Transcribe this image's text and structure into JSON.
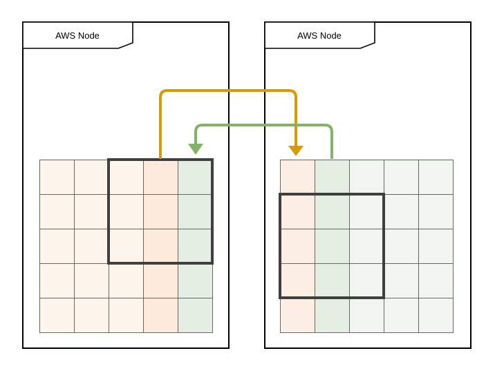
{
  "canvas": {
    "background": "#ffffff"
  },
  "nodes": [
    {
      "id": "left",
      "label": "AWS Node"
    },
    {
      "id": "right",
      "label": "AWS Node"
    }
  ],
  "grids": [
    {
      "node": "left",
      "rows": 5,
      "cols": 5,
      "column_colors": [
        "#FEF5EC",
        "#FEF5EC",
        "#FEF5EC",
        "#FCEBDB",
        "#E4EEE3"
      ],
      "highlight_region": {
        "cols": "3-5",
        "rows": "1-3"
      }
    },
    {
      "node": "right",
      "rows": 5,
      "cols": 5,
      "column_colors": [
        "#FDEEE3",
        "#E4EEE2",
        "#F0F6EF",
        "#F0F6EF",
        "#F0F6EF"
      ],
      "highlight_region": {
        "cols": "1-3",
        "rows": "2-4"
      }
    }
  ],
  "arrows": [
    {
      "name": "orange-transfer-arrow",
      "color": "#D79B00",
      "from": "left-grid-column-4",
      "to": "right-grid-column-1"
    },
    {
      "name": "green-transfer-arrow",
      "color": "#82B366",
      "from": "right-grid-column-2",
      "to": "left-grid-column-5"
    }
  ],
  "colors": {
    "node_border": "#000000",
    "grid_line": "#666666",
    "highlight_border": "#3F3F3F"
  }
}
